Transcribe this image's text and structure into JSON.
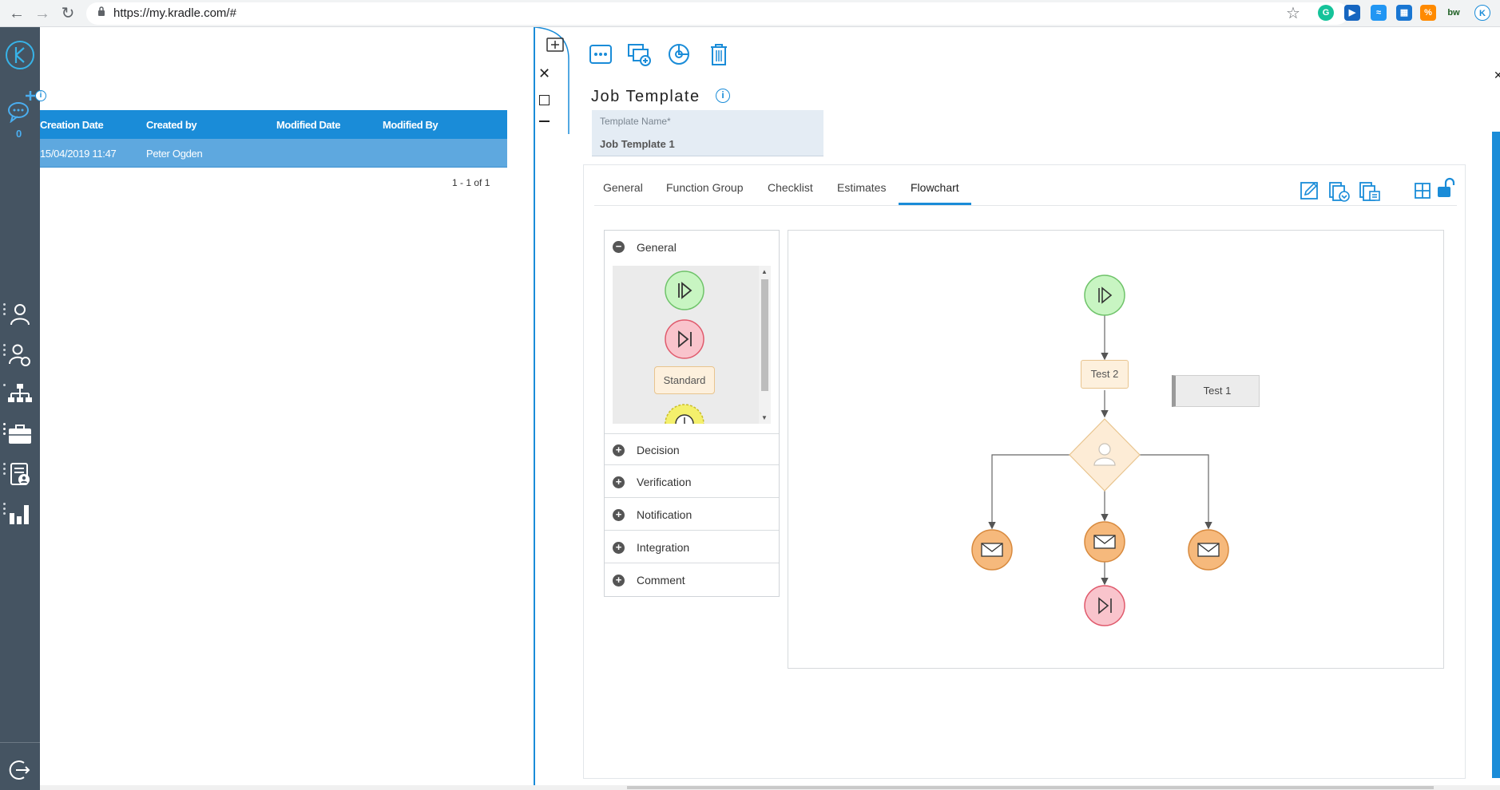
{
  "browser": {
    "url": "https://my.kradle.com/#"
  },
  "sidebar": {
    "badge_count": "0"
  },
  "list": {
    "columns": [
      "Creation Date",
      "Created by",
      "Modified Date",
      "Modified By"
    ],
    "rows": [
      {
        "creation_date": "15/04/2019 11:47",
        "created_by": "Peter Ogden",
        "modified_date": "",
        "modified_by": ""
      }
    ],
    "pager": "1 - 1 of 1"
  },
  "panel": {
    "title": "Job Template",
    "template_name_label": "Template Name*",
    "template_name_value": "Job Template 1",
    "tabs": [
      "General",
      "Function Group",
      "Checklist",
      "Estimates",
      "Flowchart"
    ],
    "active_tab": "Flowchart"
  },
  "palette": {
    "sections": [
      "General",
      "Decision",
      "Verification",
      "Notification",
      "Integration",
      "Comment"
    ],
    "expanded": "General",
    "standard_label": "Standard"
  },
  "flowchart": {
    "task_node": "Test 2",
    "floating_node": "Test 1"
  },
  "colors": {
    "accent": "#1a8cd8",
    "sidebar": "#455462",
    "start_node": "#c8f5c2",
    "end_node": "#f9c4cc",
    "notify_node": "#f6b97c",
    "task_node": "#fdf0dd"
  }
}
